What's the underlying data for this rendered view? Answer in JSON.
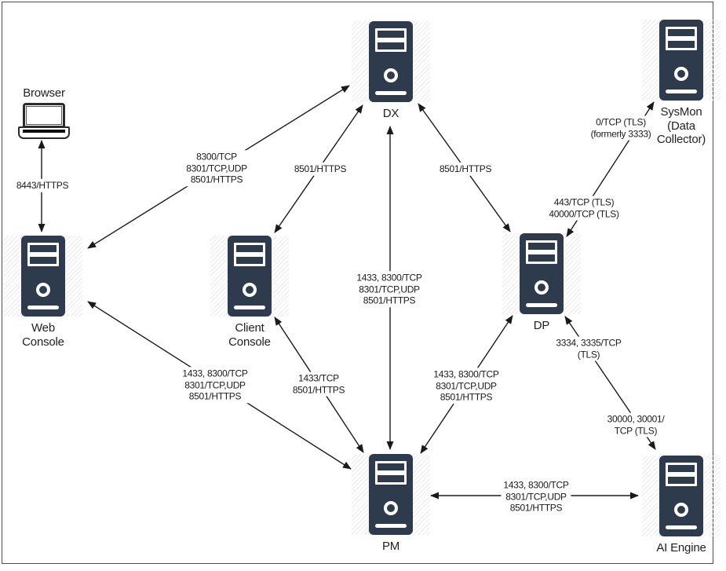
{
  "diagram": {
    "title": "",
    "colors": {
      "server_fill": "#2d3b4d",
      "server_detail": "#ffffff",
      "connector": "#1a1a1a",
      "label_text": "#1a1a1a",
      "page_background": "#ffffff",
      "page_border": "#4d4d4d"
    },
    "nodes": [
      {
        "id": "browser",
        "icon": "laptop",
        "label": "Browser"
      },
      {
        "id": "dx",
        "icon": "tower-server",
        "label": "DX"
      },
      {
        "id": "sysmon",
        "icon": "tower-server",
        "label": "SysMon\n(Data\nCollector)"
      },
      {
        "id": "web-console",
        "icon": "tower-server",
        "label": "Web\nConsole"
      },
      {
        "id": "client-console",
        "icon": "tower-server",
        "label": "Client\nConsole"
      },
      {
        "id": "dp",
        "icon": "tower-server",
        "label": "DP"
      },
      {
        "id": "pm",
        "icon": "tower-server",
        "label": "PM"
      },
      {
        "id": "ai-engine",
        "icon": "tower-server",
        "label": "AI Engine"
      }
    ],
    "edges": [
      {
        "from": "Browser",
        "to": "Web Console",
        "bidirectional": true,
        "labels": [
          "8443/HTTPS"
        ]
      },
      {
        "from": "Web Console",
        "to": "DX",
        "bidirectional": true,
        "labels": [
          "8300/TCP\n8301/TCP,UDP\n8501/HTTPS"
        ]
      },
      {
        "from": "Client Console",
        "to": "DX",
        "bidirectional": true,
        "labels": [
          "8501/HTTPS"
        ]
      },
      {
        "from": "DX",
        "to": "DP",
        "bidirectional": true,
        "labels": [
          "8501/HTTPS"
        ]
      },
      {
        "from": "DX",
        "to": "PM",
        "bidirectional": true,
        "labels": [
          "1433, 8300/TCP\n8301/TCP,UDP\n8501/HTTPS"
        ]
      },
      {
        "from": "DP",
        "to": "SysMon (Data Collector)",
        "bidirectional": true,
        "labels": [
          "0/TCP (TLS)\n(formerly 3333)",
          "443/TCP (TLS)\n40000/TCP (TLS)"
        ]
      },
      {
        "from": "Web Console",
        "to": "PM",
        "bidirectional": true,
        "labels": [
          "1433, 8300/TCP\n8301/TCP,UDP\n8501/HTTPS"
        ]
      },
      {
        "from": "Client Console",
        "to": "PM",
        "bidirectional": true,
        "labels": [
          "1433/TCP\n8501/HTTPS"
        ]
      },
      {
        "from": "DP",
        "to": "PM",
        "bidirectional": true,
        "labels": [
          "1433, 8300/TCP\n8301/TCP,UDP\n8501/HTTPS"
        ]
      },
      {
        "from": "DP",
        "to": "AI Engine",
        "bidirectional": true,
        "labels": [
          "3334, 3335/TCP\n(TLS)",
          "30000, 30001/\nTCP (TLS)"
        ]
      },
      {
        "from": "PM",
        "to": "AI Engine",
        "bidirectional": true,
        "labels": [
          "1433, 8300/TCP\n8301/TCP,UDP\n8501/HTTPS"
        ]
      }
    ]
  }
}
